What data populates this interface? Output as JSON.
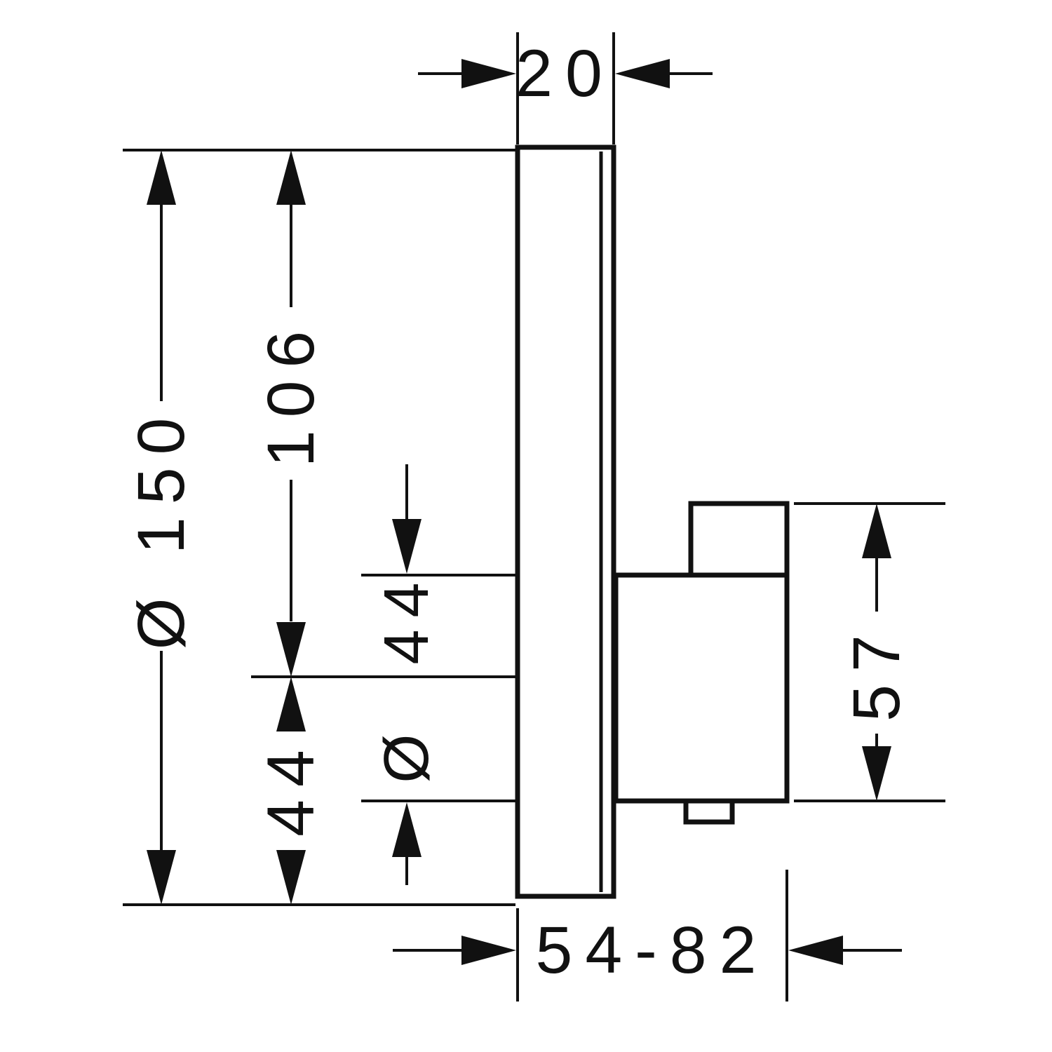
{
  "drawing": {
    "type": "technical-dimension-drawing",
    "subject": "concealed-shower-valve-side-view",
    "colors": {
      "line": "#111111",
      "background": "#ffffff"
    },
    "dimensions": {
      "plate_thickness": "20",
      "plate_diameter": "Ø 150",
      "top_to_center": "106",
      "valve_diameter": "Ø 44",
      "center_to_bottom": "44",
      "valve_height": "57",
      "installation_depth": "54-82"
    }
  }
}
